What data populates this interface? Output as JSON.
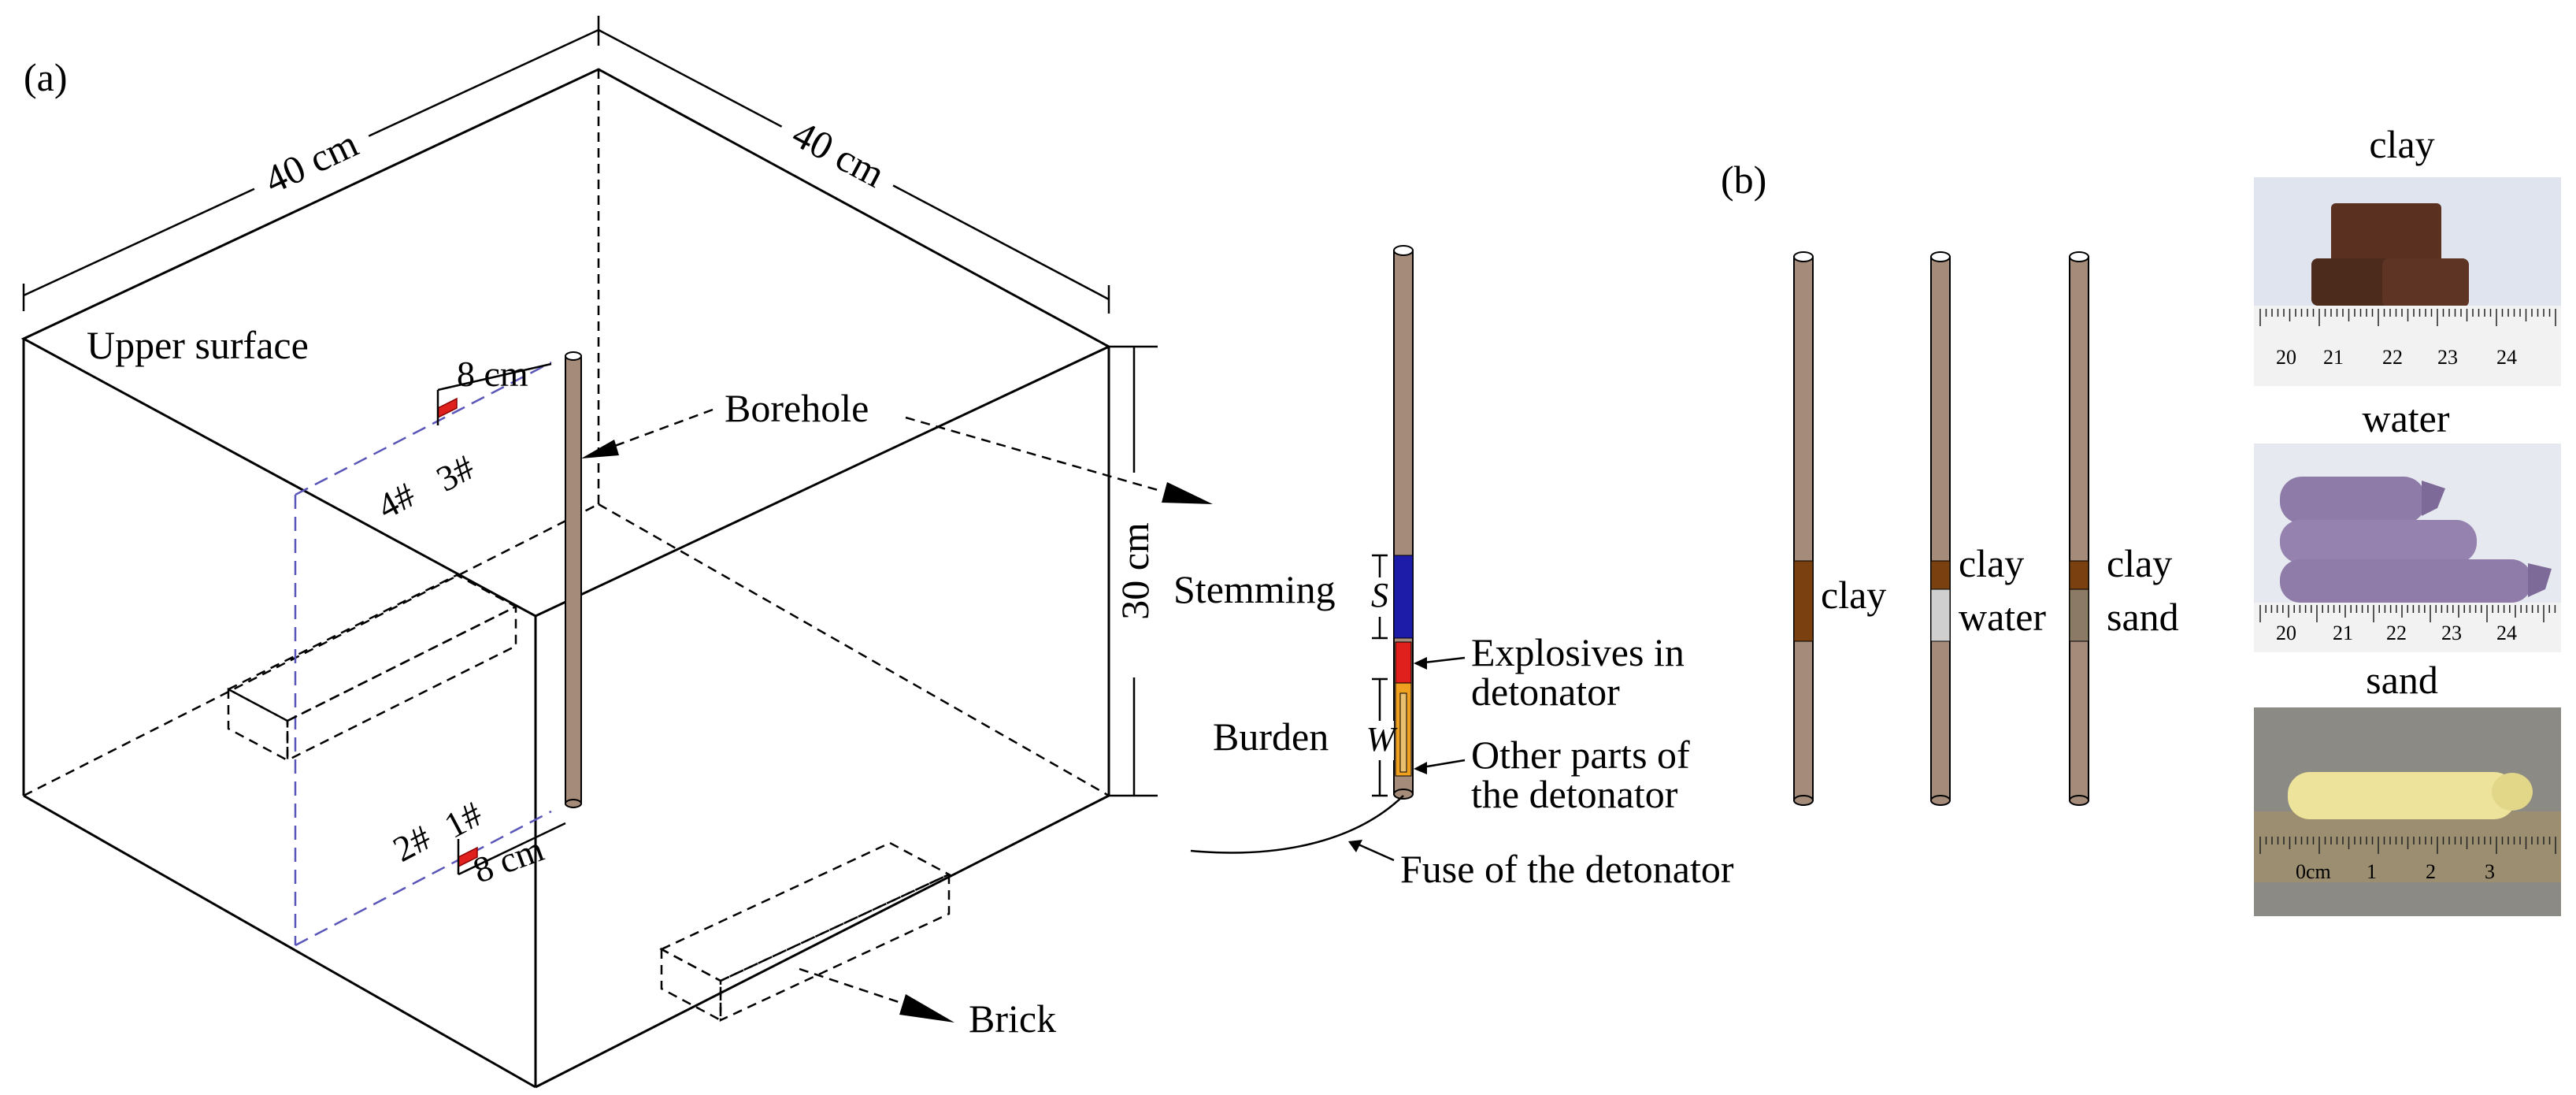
{
  "panel_a": {
    "label": "(a)",
    "dim_width_left": "40 cm",
    "dim_width_right": "40 cm",
    "upper_surface": "Upper surface",
    "borehole": "Borehole",
    "height": "30 cm",
    "sensor_spacing_top": "8 cm",
    "sensor_spacing_bottom": "8 cm",
    "sensor_3": "3#",
    "sensor_4": "4#",
    "sensor_1": "1#",
    "sensor_2": "2#",
    "brick": "Brick"
  },
  "charge_detail": {
    "stemming": "Stemming",
    "s_symbol": "S",
    "burden": "Burden",
    "w_symbol": "W",
    "explosives_line1": "Explosives in",
    "explosives_line2": "detonator",
    "other_line1": "Other parts of",
    "other_line2": "the detonator",
    "fuse": "Fuse of the detonator"
  },
  "panel_b": {
    "label": "(b)",
    "tube1_label": "clay",
    "tube2_label_top": "clay",
    "tube2_label_bottom": "water",
    "tube3_label_top": "clay",
    "tube3_label_bottom": "sand"
  },
  "photos": {
    "clay_title": "clay",
    "water_title": "water",
    "sand_title": "sand",
    "ruler_clay": [
      "20",
      "21",
      "22",
      "23",
      "24"
    ],
    "ruler_water": [
      "20",
      "21",
      "22",
      "23",
      "24"
    ],
    "ruler_sand": [
      "0cm",
      "1",
      "2",
      "3"
    ]
  },
  "colors": {
    "tube": "#a58b7a",
    "clay": "#7a4010",
    "water": "#cfcfcf",
    "sand": "#8a7a66",
    "stemming": "#1c1ca8",
    "explosive": "#e0201c",
    "detonator": "#f0a020",
    "sensor": "#e0201c"
  }
}
